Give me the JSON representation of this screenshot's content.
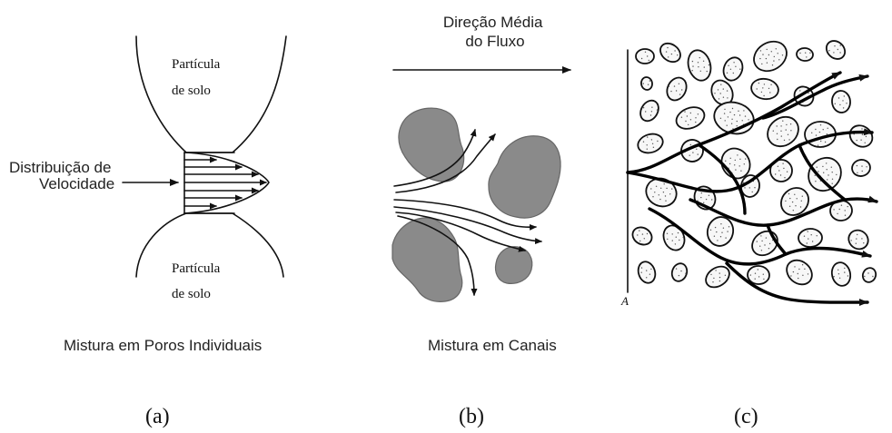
{
  "panel_a": {
    "particle_top": [
      "Partícula",
      "de solo"
    ],
    "particle_bottom": [
      "Partícula",
      "de solo"
    ],
    "velocity_label": [
      "Distribuição de",
      "Velocidade"
    ],
    "caption": "Mistura em Poros Individuais",
    "letter": "(a)"
  },
  "panel_b": {
    "flow_label": [
      "Direção Média",
      "do Fluxo"
    ],
    "caption": "Mistura em Canais",
    "letter": "(b)"
  },
  "panel_c": {
    "axis_marker": "A",
    "letter": "(c)"
  }
}
